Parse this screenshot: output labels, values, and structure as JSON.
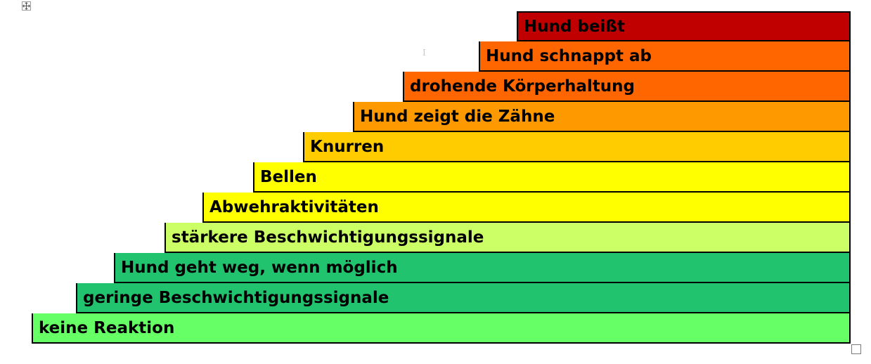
{
  "steps": [
    {
      "label": "Hund beißt",
      "color": "#C00000"
    },
    {
      "label": "Hund schnappt ab",
      "color": "#FF6600"
    },
    {
      "label": "drohende Körperhaltung",
      "color": "#FF6600"
    },
    {
      "label": "Hund zeigt die Zähne",
      "color": "#FF9900"
    },
    {
      "label": "Knurren",
      "color": "#FFCC00"
    },
    {
      "label": "Bellen",
      "color": "#FFFF00"
    },
    {
      "label": "Abwehraktivitäten",
      "color": "#FFFF00"
    },
    {
      "label": "stärkere Beschwichtigungssignale",
      "color": "#CCFF66"
    },
    {
      "label": "Hund geht weg, wenn möglich",
      "color": "#22C36E"
    },
    {
      "label": "geringe Beschwichtigungssignale",
      "color": "#22C36E"
    },
    {
      "label": "keine Reaktion",
      "color": "#66FF66"
    }
  ]
}
